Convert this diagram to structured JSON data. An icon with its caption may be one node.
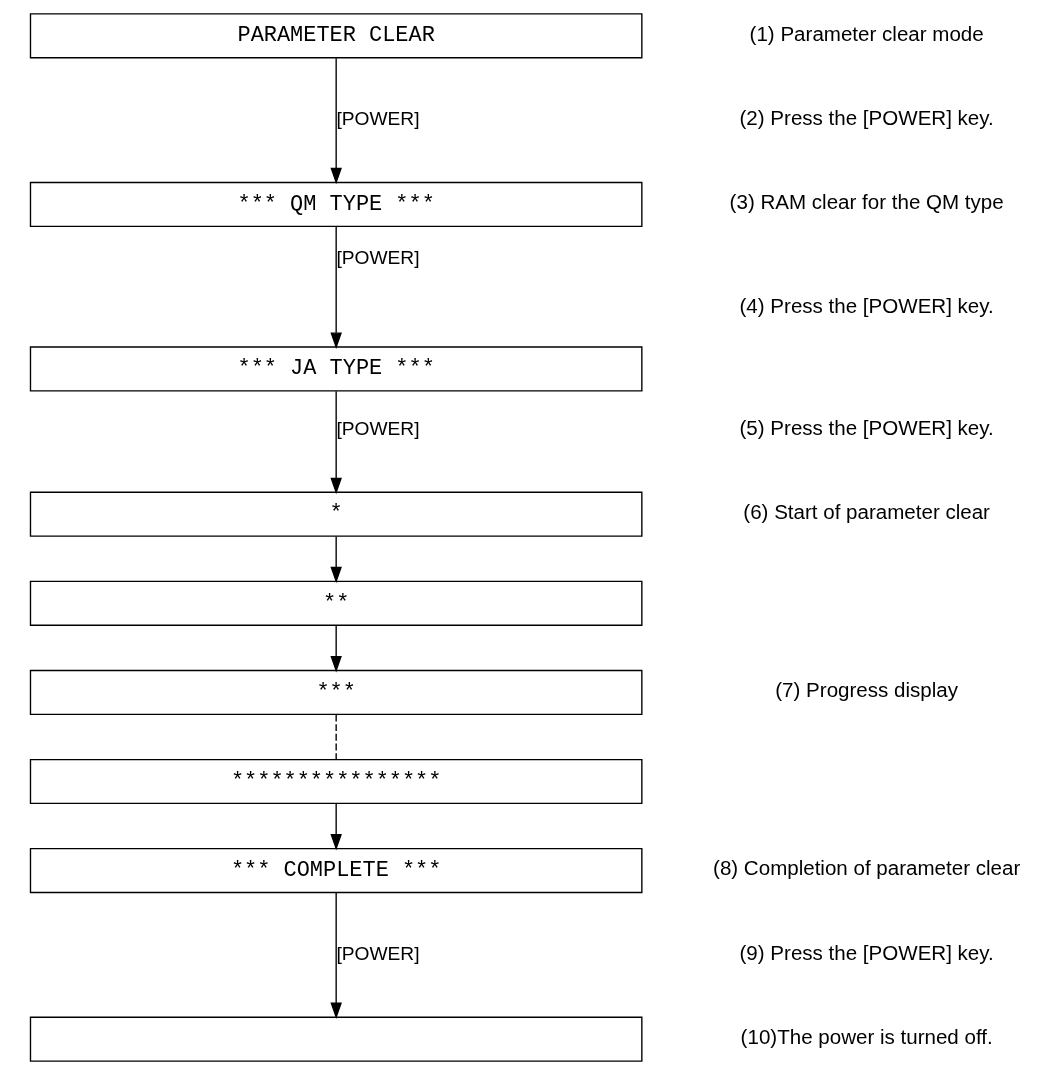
{
  "diagram": {
    "nodes": [
      {
        "text": [
          "PARAMETER CLEAR"
        ]
      },
      {
        "text": [
          "*** QM TYPE ***"
        ]
      },
      {
        "text": [
          "*** JA TYPE ***"
        ]
      },
      {
        "text": [
          "*"
        ]
      },
      {
        "text": [
          "**"
        ]
      },
      {
        "text": [
          "***"
        ]
      },
      {
        "text": [
          "****************"
        ]
      },
      {
        "text": [
          "*** COMPLETE ***"
        ]
      },
      {
        "text": [],
        "shape": "box"
      }
    ],
    "edges": [
      {
        "from": 0,
        "to": 1,
        "arrow": "to",
        "label": "[POWER]"
      },
      {
        "from": 1,
        "to": 2,
        "arrow": "to",
        "label": "[POWER]"
      },
      {
        "from": 2,
        "to": 3,
        "arrow": "to",
        "label": "[POWER]"
      },
      {
        "from": 3,
        "to": 4,
        "arrow": "to"
      },
      {
        "from": 4,
        "to": 5,
        "arrow": "to"
      },
      {
        "from": 5,
        "to": 6,
        "arrow": "none",
        "style": "dashed"
      },
      {
        "from": 6,
        "to": 7,
        "arrow": "to"
      },
      {
        "from": 7,
        "to": 8,
        "arrow": "to",
        "label": "[POWER]"
      }
    ],
    "labels": [
      "(1) Parameter clear mode",
      "(2) Press the [POWER] key.",
      "(3) RAM clear for the QM type",
      "(4) Press the [POWER] key.",
      "(5) Press the [POWER] key.",
      "(6) Start of parameter clear",
      "(7) Progress display",
      "(8) Completion of parameter clear",
      "(9) Press the [POWER] key.",
      "(10)The power is turned off."
    ]
  }
}
